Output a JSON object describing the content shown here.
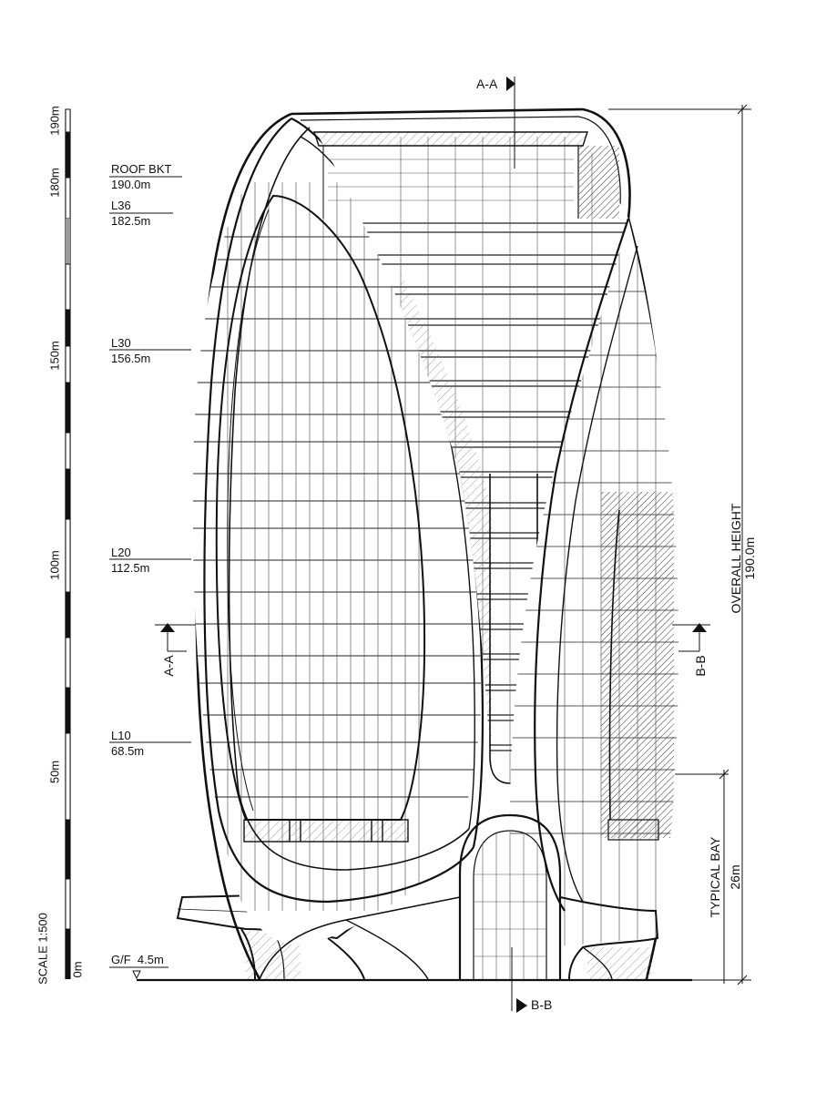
{
  "scale": {
    "label": "SCALE 1:500",
    "ticks": [
      "0m",
      "50m",
      "100m",
      "150m",
      "180m",
      "190m"
    ]
  },
  "levels": [
    {
      "name": "ROOF BKT",
      "elevation": "190.0m"
    },
    {
      "name": "L36",
      "elevation": "182.5m"
    },
    {
      "name": "L30",
      "elevation": "156.5m"
    },
    {
      "name": "L20",
      "elevation": "112.5m"
    },
    {
      "name": "L10",
      "elevation": "68.5m"
    }
  ],
  "ground": {
    "label": "G/F  4.5m"
  },
  "sections": {
    "aa": "A-A",
    "bb": "B-B"
  },
  "dimensions": {
    "overall_label": "OVERALL HEIGHT",
    "overall_value": "190.0m",
    "bay_label": "TYPICAL BAY",
    "bay_value": "26m"
  }
}
